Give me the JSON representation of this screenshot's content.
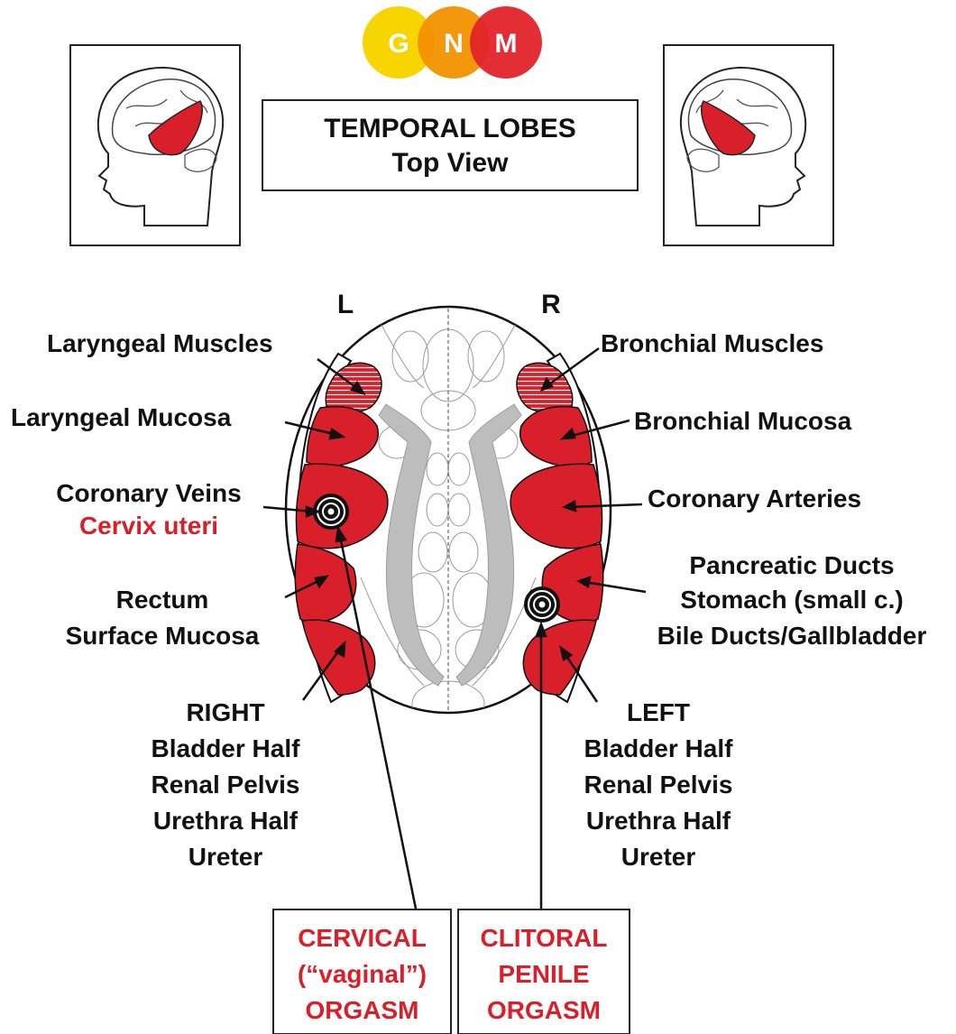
{
  "logo": {
    "letters": [
      "G",
      "N",
      "M"
    ],
    "colors": [
      "#f6d500",
      "#f29100",
      "#e2232a"
    ]
  },
  "title": {
    "line1": "TEMPORAL LOBES",
    "line2": "Top View"
  },
  "side_labels": {
    "left": "L",
    "right": "R"
  },
  "left_labels": {
    "laryngeal_muscles": "Laryngeal Muscles",
    "laryngeal_mucosa": "Laryngeal Mucosa",
    "coronary_veins": "Coronary Veins",
    "cervix_uteri": "Cervix uteri",
    "rectum": "Rectum",
    "surface_mucosa": "Surface Mucosa",
    "bladder_group": [
      "RIGHT",
      "Bladder Half",
      "Renal Pelvis",
      "Urethra Half",
      "Ureter"
    ]
  },
  "right_labels": {
    "bronchial_muscles": "Bronchial Muscles",
    "bronchial_mucosa": "Bronchial Mucosa",
    "coronary_arteries": "Coronary Arteries",
    "pancreatic_ducts": "Pancreatic Ducts",
    "stomach": "Stomach (small c.)",
    "bile_ducts": "Bile Ducts/Gallbladder",
    "bladder_group": [
      "LEFT",
      "Bladder Half",
      "Renal Pelvis",
      "Urethra Half",
      "Ureter"
    ]
  },
  "bottom_boxes": {
    "cervical": [
      "CERVICAL",
      "(“vaginal”)",
      "ORGASM"
    ],
    "clitoral": [
      "CLITORAL",
      "PENILE",
      "ORGASM"
    ]
  },
  "colors": {
    "relay_red": "#d9202a",
    "ventricle_gray": "#bdbdbd",
    "text": "#111111"
  }
}
